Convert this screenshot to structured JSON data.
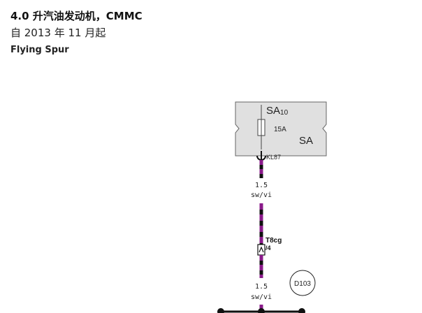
{
  "header": {
    "title": "4.0 升汽油发动机，CMMC",
    "subtitle": "自 2013 年 11 月起",
    "model": "Flying Spur"
  },
  "diagram": {
    "fuse_box": {
      "component_main": "SA",
      "component_sub": "10",
      "rating": "15A",
      "box_label": "SA",
      "pin_label": "KL87"
    },
    "wire_top": {
      "cross_section": "1.5",
      "color_code": "sw/vi"
    },
    "connector": {
      "name": "T8cg",
      "pin": "/4"
    },
    "wire_bottom": {
      "cross_section": "1.5",
      "color_code": "sw/vi"
    },
    "ground_ref": "D103"
  },
  "colors": {
    "box_fill": "#e0e0e0",
    "wire_black": "#111111",
    "wire_violet": "#8a1a8a"
  }
}
